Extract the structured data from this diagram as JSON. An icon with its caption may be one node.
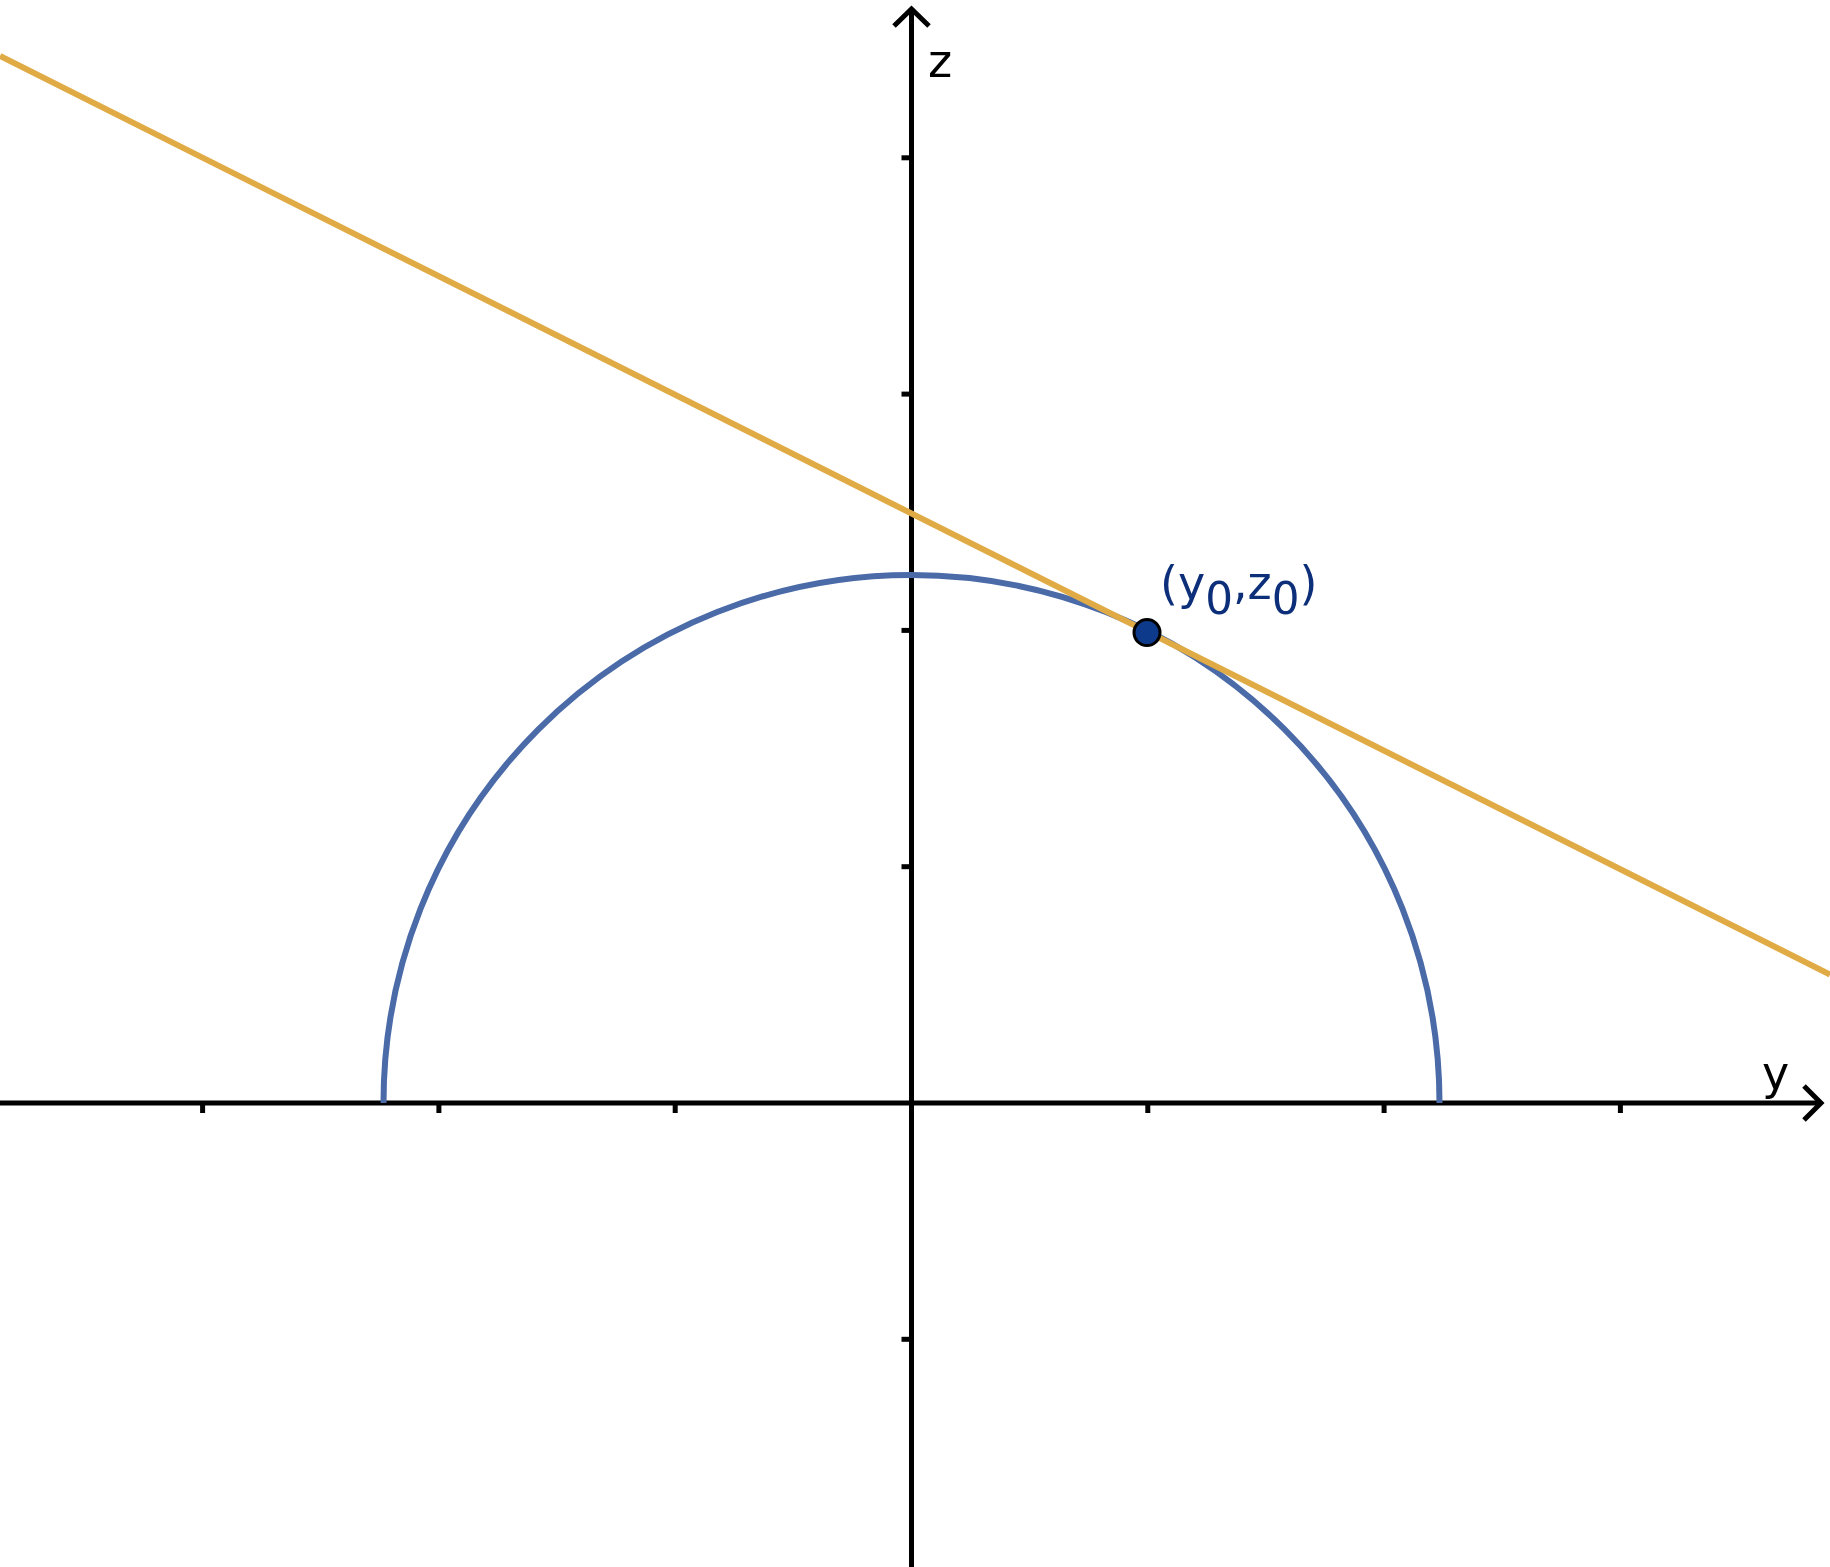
{
  "diagram": {
    "labels": [
      "z",
      "y",
      "(y$_{0}$,z$_{0}$)"
    ]
  }
}
